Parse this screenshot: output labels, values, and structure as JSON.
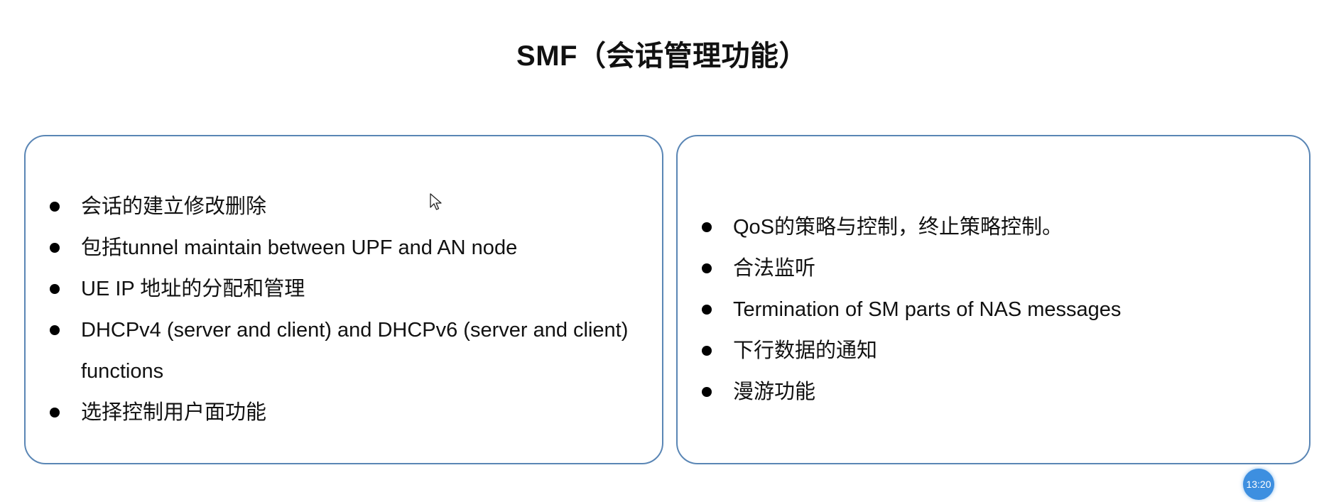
{
  "slide": {
    "title": "SMF（会话管理功能）"
  },
  "left_panel": {
    "items": [
      "会话的建立修改删除",
      "包括tunnel maintain between UPF and AN node",
      "UE IP 地址的分配和管理",
      "DHCPv4 (server and client) and DHCPv6 (server and client) functions",
      "选择控制用户面功能"
    ]
  },
  "right_panel": {
    "items": [
      "QoS的策略与控制，终止策略控制。",
      "合法监听",
      "Termination of SM parts of NAS messages",
      "下行数据的通知",
      "漫游功能"
    ]
  },
  "timer": {
    "label": "13:20",
    "color": "#3d8fe0"
  },
  "icons": {
    "cursor": "mouse-pointer-icon",
    "bullet": "bullet-dot-icon"
  },
  "colors": {
    "panel_border": "#5a86b5",
    "text": "#111111"
  }
}
